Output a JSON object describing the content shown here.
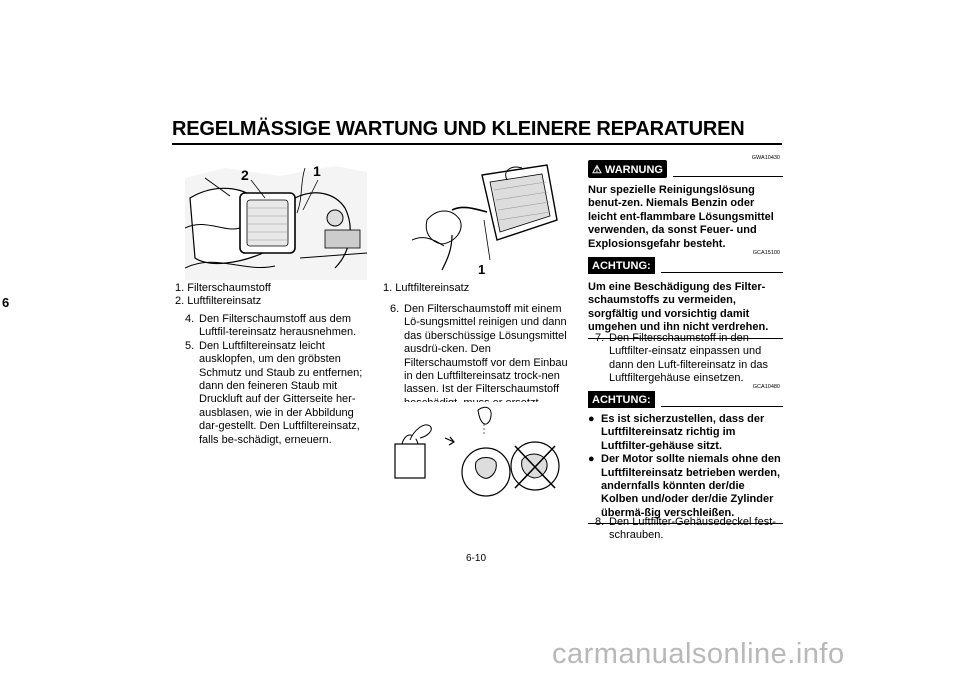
{
  "header": {
    "title": "REGELMÄSSIGE WARTUNG UND KLEINERE REPARATUREN"
  },
  "chapter_tab": "6",
  "footer": {
    "page_number": "6-10",
    "watermark": "carmanualsonline.info"
  },
  "figure1": {
    "labels": [
      "2",
      "1"
    ],
    "legend": [
      "1. Filterschaumstoff",
      "2. Luftfiltereinsatz"
    ]
  },
  "col1_steps": [
    {
      "num": "4.",
      "text": "Den Filterschaumstoff aus dem Luftfil-tereinsatz herausnehmen."
    },
    {
      "num": "5.",
      "text": "Den Luftfiltereinsatz leicht ausklopfen, um den gröbsten Schmutz und Staub zu entfernen; dann den feineren Staub mit Druckluft auf der Gitterseite her-ausblasen, wie in der Abbildung dar-gestellt. Den Luftfiltereinsatz, falls be-schädigt, erneuern."
    }
  ],
  "figure2": {
    "label": "1",
    "legend": [
      "1. Luftfiltereinsatz"
    ]
  },
  "col2_steps": [
    {
      "num": "6.",
      "text": "Den Filterschaumstoff mit einem Lö-sungsmittel reinigen und dann das überschüssige Lösungsmittel ausdrü-cken. Den Filterschaumstoff vor dem Einbau in den Luftfiltereinsatz trock-nen lassen. Ist der Filterschaumstoff beschädigt, muss er ersetzt werden."
    }
  ],
  "col3": {
    "warning": {
      "code": "GWA10430",
      "badge": "WARNUNG",
      "text": "Nur spezielle Reinigungslösung benut-zen. Niemals Benzin oder leicht ent-flammbare Lösungsmittel verwenden, da sonst Feuer- und Explosionsgefahr besteht."
    },
    "caution1": {
      "code": "GCA15100",
      "badge": "ACHTUNG:",
      "text": "Um eine Beschädigung des Filter-schaumstoffs zu vermeiden, sorgfältig und vorsichtig damit umgehen und ihn nicht verdrehen."
    },
    "step7": {
      "num": "7.",
      "text": "Den Filterschaumstoff in den Luftfilter-einsatz einpassen und dann den Luft-filtereinsatz in das Luftfiltergehäuse einsetzen."
    },
    "caution2": {
      "code": "GCA10480",
      "badge": "ACHTUNG:",
      "bullets": [
        "Es ist sicherzustellen, dass der Luftfiltereinsatz richtig im Luftfilter-gehäuse sitzt.",
        "Der Motor sollte niemals ohne den Luftfiltereinsatz betrieben werden, andernfalls könnten der/die Kolben und/oder der/die Zylinder übermä-ßig verschleißen."
      ]
    },
    "step8": {
      "num": "8.",
      "text": "Den Luftfilter-Gehäusedeckel fest-schrauben."
    }
  }
}
